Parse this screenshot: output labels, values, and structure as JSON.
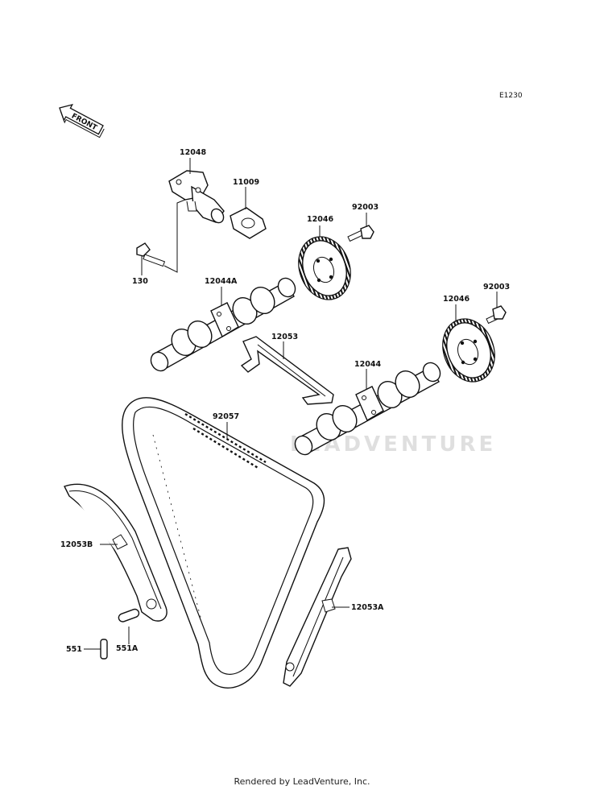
{
  "diagram_code": "E1230",
  "front_label": "FRONT",
  "watermark": "LEADVENTURE",
  "footer": "Rendered by LeadVenture, Inc.",
  "callouts": {
    "tensioner": "12048",
    "gasket": "11009",
    "bolt_tensioner": "130",
    "sprocket_upper": "12046",
    "bolt_upper": "92003",
    "camshaft_a": "12044A",
    "sprocket_lower": "12046",
    "bolt_lower": "92003",
    "guide_top": "12053",
    "camshaft": "12044",
    "chain": "92057",
    "guide_b": "12053B",
    "guide_a": "12053A",
    "pin": "551",
    "pin_a": "551A"
  }
}
